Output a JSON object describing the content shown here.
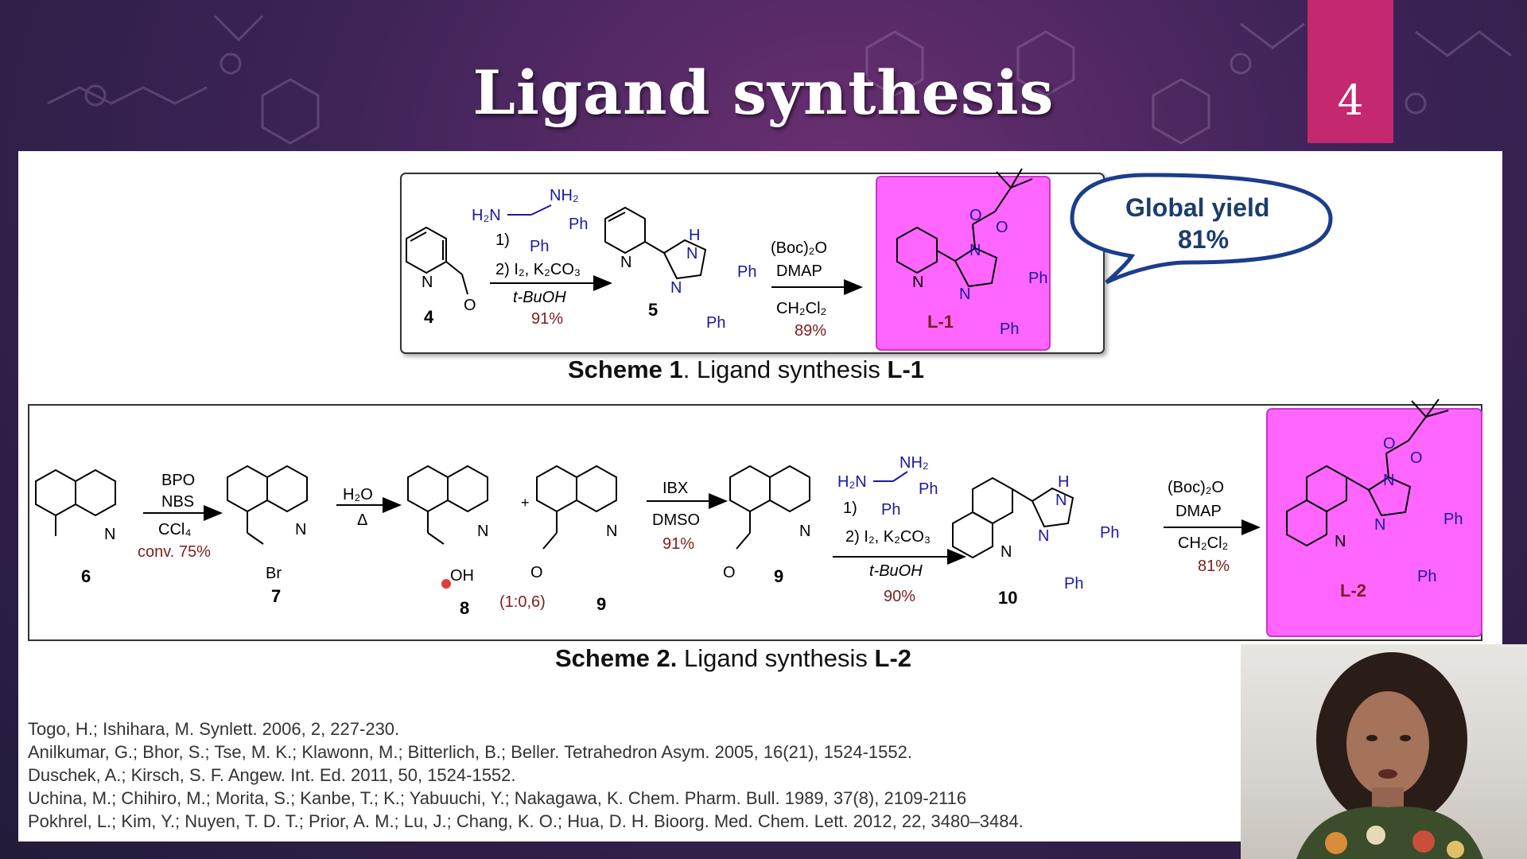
{
  "slide": {
    "title": "Ligand synthesis",
    "number": "4"
  },
  "scheme1": {
    "compound_4": "4",
    "step1_reagent_label": "1)",
    "step2_reagents": "2) I₂, K₂CO₃",
    "solvent": "t-BuOH",
    "yield1": "91%",
    "compound_5": "5",
    "boc_reagent": "(Boc)₂O",
    "dmap": "DMAP",
    "solvent2": "CH₂Cl₂",
    "yield2": "89%",
    "product": "L-1",
    "bubble_line1": "Global yield",
    "bubble_line2": "81%",
    "caption_bold": "Scheme 1",
    "caption_text": ". Ligand synthesis ",
    "caption_product": "L-1"
  },
  "scheme2": {
    "compound_6": "6",
    "bpo": "BPO",
    "nbs": "NBS",
    "ccl4": "CCl₄",
    "conversion": "conv. 75%",
    "compound_7": "7",
    "br": "Br",
    "h2o": "H₂O",
    "delta": "Δ",
    "compound_8": "8",
    "oh": "OH",
    "plus": "+",
    "ratio": "(1:0,6)",
    "compound_9a": "9",
    "ibx": "IBX",
    "dmso": "DMSO",
    "yield_ibx": "91%",
    "compound_9b": "9",
    "step1_reagent_label": "1)",
    "step2_reagents": "2) I₂, K₂CO₃",
    "solvent": "t-BuOH",
    "yield_cycl": "90%",
    "compound_10": "10",
    "boc_reagent": "(Boc)₂O",
    "dmap": "DMAP",
    "solvent2": "CH₂Cl₂",
    "yield_boc": "81%",
    "product": "L-2",
    "caption_bold": "Scheme 2.",
    "caption_text": " Ligand synthesis ",
    "caption_product": "L-2"
  },
  "atoms": {
    "N": "N",
    "O": "O",
    "H": "H",
    "Ph": "Ph",
    "NH2": "NH₂",
    "H2N": "H₂N"
  },
  "references": [
    "Togo, H.; Ishihara, M. Synlett. 2006, 2, 227-230.",
    "Anilkumar, G.; Bhor, S.; Tse, M. K.; Klawonn, M.; Bitterlich, B.; Beller. Tetrahedron Asym. 2005, 16(21), 1524-1552.",
    "Duschek, A.; Kirsch, S. F. Angew. Int. Ed. 2011, 50, 1524-1552.",
    "Uchina, M.; Chihiro, M.; Morita, S.; Kanbe, T.; K.; Yabuuchi, Y.; Nakagawa, K. Chem. Pharm. Bull. 1989, 37(8), 2109-2116",
    "Pokhrel, L.; Kim, Y.; Nuyen, T. D. T.; Prior, A. M.; Lu, J.; Chang, K. O.; Hua, D. H. Bioorg. Med. Chem. Lett. 2012, 22, 3480–3484."
  ],
  "colors": {
    "accent_magenta": "#c4286e",
    "product_box": "#ff66ff",
    "yield_red": "#7a1f1f",
    "reagent_blue": "#1a1aa0"
  }
}
